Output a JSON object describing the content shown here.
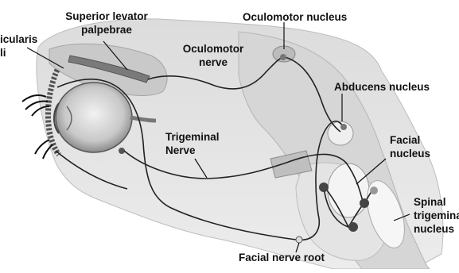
{
  "labels": {
    "orbicularis_line1": "Orbicularis",
    "orbicularis_line2": "oculi",
    "slp_line1": "Superior levator",
    "slp_line2": "palpebrae",
    "oculomotor_nucleus": "Oculomotor nucleus",
    "oculomotor_nerve_line1": "Oculomotor",
    "oculomotor_nerve_line2": "nerve",
    "abducens_nucleus": "Abducens nucleus",
    "trigeminal_nerve_line1": "Trigeminal",
    "trigeminal_nerve_line2": "Nerve",
    "facial_nucleus_line1": "Facial",
    "facial_nucleus_line2": "nucleus",
    "spinal_trigeminal_line1": "Spinal",
    "spinal_trigeminal_line2": "trigeminal",
    "spinal_trigeminal_line3": "nucleus",
    "facial_nerve_root": "Facial nerve root"
  }
}
